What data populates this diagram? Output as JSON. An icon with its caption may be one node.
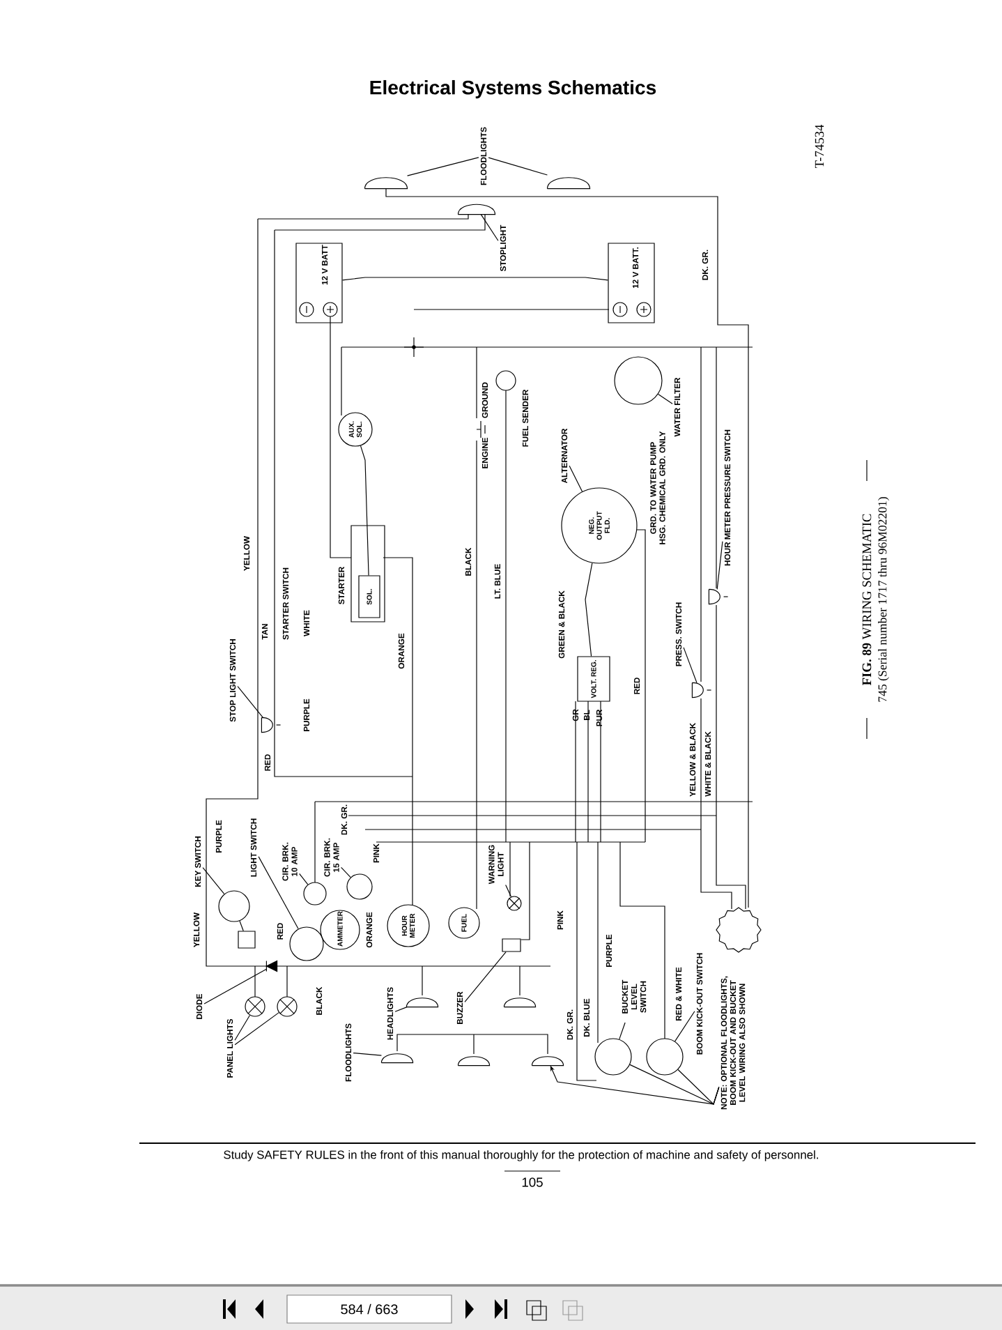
{
  "diagram": {
    "title": "Electrical Systems Schematics",
    "caption": "**FIG. 89** WIRING SCHEMATIC",
    "nodes": [
      {
        "text": [
          "FLOODLIGHTS"
        ]
      },
      {
        "text": [],
        "shape": "lamp"
      },
      {
        "text": [],
        "shape": "lamp"
      },
      {
        "text": [],
        "shape": "lamp"
      },
      {
        "text": [
          "STOPLIGHT"
        ]
      },
      {
        "text": [
          "12 V BATT"
        ]
      },
      {
        "text": [
          "12 V BATT."
        ]
      },
      {
        "text": [
          "AUX. SOL."
        ]
      },
      {
        "text": [
          "SOL."
        ],
        "beside": [
          "STARTER"
        ]
      },
      {
        "text": [],
        "shape": "circle",
        "beside": [
          "FUEL SENDER"
        ]
      },
      {
        "text": [
          "ALTERNATOR"
        ]
      },
      {
        "text": [
          "NEG.",
          "OUTPUT",
          "FLD."
        ]
      },
      {
        "text": [
          "WATER FILTER"
        ]
      },
      {
        "text": [],
        "shape": "circle"
      },
      {
        "text": [
          "VOLT. REG."
        ]
      },
      {
        "text": [
          "PRESS. SWITCH"
        ]
      },
      {
        "text": [],
        "shape": "switch"
      },
      {
        "text": [
          "HOUR METER PRESSURE SWITCH"
        ]
      },
      {
        "text": [],
        "shape": "switch"
      },
      {
        "text": [
          "STOP LIGHT SWITCH"
        ]
      },
      {
        "text": [],
        "shape": "switch"
      },
      {
        "text": [
          "KEY SWITCH"
        ]
      },
      {
        "text": [],
        "shape": "circle"
      },
      {
        "text": [],
        "shape": "box"
      },
      {
        "text": [
          "LIGHT SWITCH"
        ]
      },
      {
        "text": [],
        "shape": "circle"
      },
      {
        "text": [
          "CIR. BRK. 10 AMP"
        ]
      },
      {
        "text": [],
        "shape": "circle"
      },
      {
        "text": [
          "CIR. BRK. 15 AMP"
        ]
      },
      {
        "text": [],
        "shape": "circle"
      },
      {
        "text": [
          "AMMETER"
        ]
      },
      {
        "text": [
          "HOUR METER"
        ]
      },
      {
        "text": [
          "FUEL"
        ]
      },
      {
        "text": [
          "WARNING LIGHT"
        ]
      },
      {
        "text": [],
        "shape": "lamp"
      },
      {
        "text": [
          "BUZZER"
        ]
      },
      {
        "text": [],
        "shape": "box"
      },
      {
        "text": [
          "DIODE"
        ]
      },
      {
        "text": [],
        "shape": "diode"
      },
      {
        "text": [
          "PANEL LIGHTS"
        ]
      },
      {
        "text": [],
        "shape": "lamp"
      },
      {
        "text": [],
        "shape": "lamp"
      },
      {
        "text": [
          "HEADLIGHTS"
        ]
      },
      {
        "text": [],
        "shape": "lamp"
      },
      {
        "text": [
          "FLOODLIGHTS"
        ]
      },
      {
        "text": [],
        "shape": "lamp"
      },
      {
        "text": [],
        "shape": "lamp"
      },
      {
        "text": [],
        "shape": "lamp"
      },
      {
        "text": [],
        "shape": "lamp"
      },
      {
        "text": [
          "BUCKET LEVEL SWITCH"
        ]
      },
      {
        "text": [],
        "shape": "circle"
      },
      {
        "text": [
          "BOOM KICK-OUT SWITCH"
        ]
      },
      {
        "text": [],
        "shape": "circle"
      },
      {
        "text": [
          "NOTE: OPTIONAL FLOODLIGHTS, BOOM KICK-OUT AND BUCKET LEVEL WIRING ALSO SHOWN"
        ]
      },
      {
        "text": [],
        "shape": "plug"
      }
    ],
    "edges": [
      {
        "from": 0,
        "to": 1,
        "arrow": "none"
      },
      {
        "from": 0,
        "to": 2,
        "arrow": "none"
      },
      {
        "from": 4,
        "to": 3,
        "arrow": "none"
      },
      {
        "from": 10,
        "to": 11,
        "arrow": "none"
      },
      {
        "from": 12,
        "to": 13,
        "arrow": "none"
      },
      {
        "from": 15,
        "to": 16,
        "arrow": "none"
      },
      {
        "from": 17,
        "to": 18,
        "arrow": "none"
      },
      {
        "from": 19,
        "to": 20,
        "arrow": "none"
      },
      {
        "from": 21,
        "to": 22,
        "arrow": "none"
      },
      {
        "from": 24,
        "to": 25,
        "arrow": "none"
      },
      {
        "from": 26,
        "to": 27,
        "arrow": "none"
      },
      {
        "from": 28,
        "to": 29,
        "arrow": "none"
      },
      {
        "from": 33,
        "to": 34,
        "arrow": "none"
      },
      {
        "from": 35,
        "to": 36,
        "arrow": "none"
      },
      {
        "from": 37,
        "to": 38,
        "arrow": "none"
      },
      {
        "from": 39,
        "to": 40,
        "arrow": "none"
      },
      {
        "from": 39,
        "to": 41,
        "arrow": "none"
      },
      {
        "from": 42,
        "to": 43,
        "arrow": "none"
      },
      {
        "from": 44,
        "to": 45,
        "arrow": "none"
      },
      {
        "from": 49,
        "to": 50,
        "arrow": "none"
      },
      {
        "from": 51,
        "to": 52,
        "arrow": "none"
      },
      {
        "from": 53,
        "to": 50,
        "arrow": "none"
      },
      {
        "from": 53,
        "to": 52,
        "arrow": "none"
      },
      {
        "from": 53,
        "to": 48,
        "arrow": "to"
      },
      {
        "from": 5,
        "to": 6,
        "arrow": "none"
      },
      {
        "from": 7,
        "to": 8,
        "arrow": "none"
      },
      {
        "from": 14,
        "to": 11,
        "arrow": "none"
      },
      {
        "from": 23,
        "to": 22,
        "arrow": "none"
      }
    ],
    "labels": [
      "T-74534",
      "DK. GR.",
      "YELLOW",
      "TAN",
      "STARTER SWITCH",
      "WHITE",
      "ORANGE",
      "PURPLE",
      "RED",
      "ENGINE",
      "GROUND",
      "BLACK",
      "LT. BLUE",
      "GRD. TO WATER PUMP HSG. CHEMICAL GRD. ONLY",
      "GREEN & BLACK",
      "GR",
      "BL",
      "PUR",
      "RED",
      "YELLOW & BLACK",
      "WHITE & BLACK",
      "PURPLE",
      "YELLOW",
      "DK. GR.",
      "PINK",
      "RED",
      "ORANGE",
      "BLACK",
      "PINK",
      "DK. GR.",
      "DK. BLUE",
      "PURPLE",
      "RED & WHITE",
      "745 (Serial number 1717 thru 96M02201)",
      "Study SAFETY RULES in the front of this manual thoroughly for the protection of machine and safety of personnel.",
      "105",
      "584 / 663"
    ]
  }
}
